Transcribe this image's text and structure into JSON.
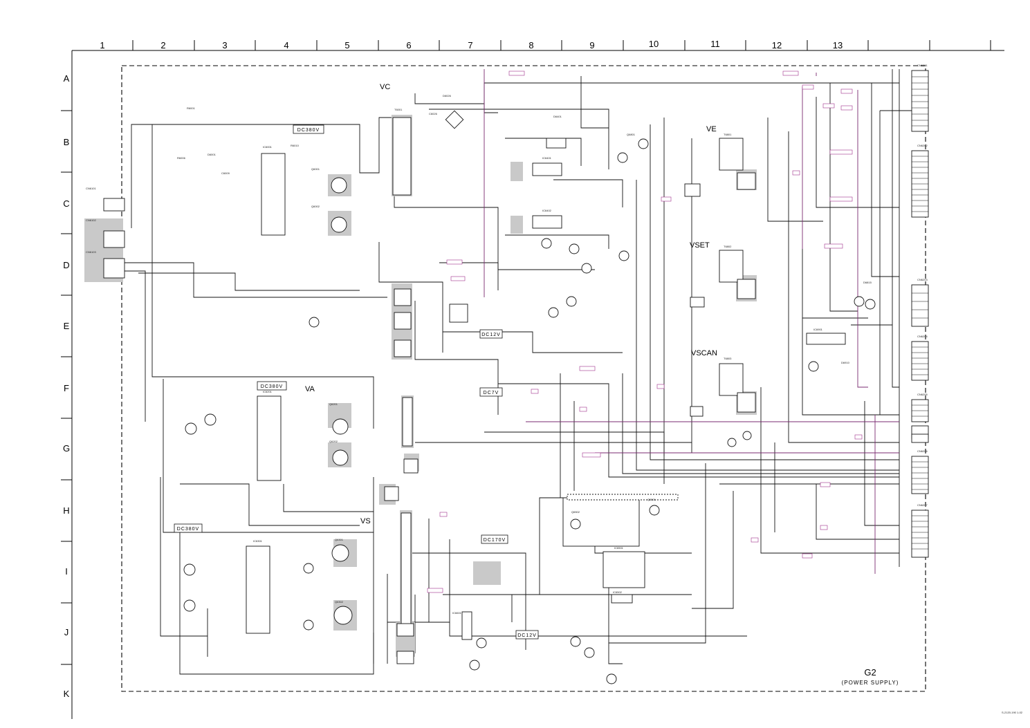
{
  "columns": [
    "1",
    "2",
    "3",
    "4",
    "5",
    "6",
    "7",
    "8",
    "9",
    "10",
    "11",
    "12",
    "13"
  ],
  "rows": [
    "A",
    "B",
    "C",
    "D",
    "E",
    "F",
    "G",
    "H",
    "I",
    "J",
    "K"
  ],
  "section_labels": {
    "vc": "VC",
    "ve": "VE",
    "vset": "VSET",
    "vscan": "VSCAN",
    "va": "VA",
    "vs": "VS"
  },
  "voltage_boxes": {
    "dc380_top": "DC380V",
    "dc380_mid": "DC380V",
    "dc380_low": "DC380V",
    "dc12_upper": "DC12V",
    "dc12_lower": "DC12V",
    "dc7": "DC7V",
    "dc170": "DC170V"
  },
  "board": {
    "title": "G2",
    "subtitle": "(POWER SUPPLY)"
  },
  "colors": {
    "wire": "#111111",
    "net_label": "#a0308a",
    "shading": "#c9c9c9",
    "background": "#ffffff"
  }
}
